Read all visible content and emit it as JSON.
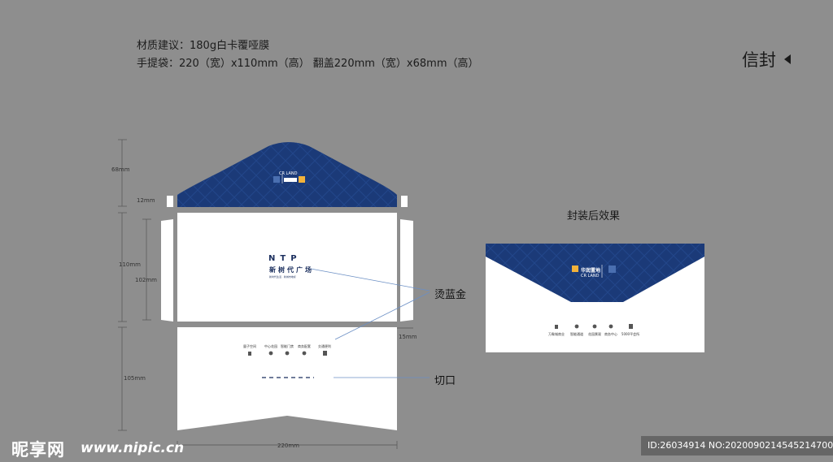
{
  "spec": {
    "line1": "材质建议：180g白卡覆哑膜",
    "line2": "手提袋：220（宽）x110mm（高）  翻盖220mm（宽）x68mm（高）"
  },
  "header": {
    "title": "信封"
  },
  "dimensions": {
    "flap_height": "68mm",
    "tab_height": "12mm",
    "body_height": "110mm",
    "inner_height": "102mm",
    "side_width": "15mm",
    "bottom_height": "105mm",
    "width": "220mm"
  },
  "annotations": {
    "foil": "烫蓝金",
    "cut": "切口"
  },
  "sealed": {
    "label": "封装后效果"
  },
  "brand": {
    "cn_name": "华润置地",
    "en_name": "CR LAND",
    "ntp_code": "NTP",
    "ntp_name": "新树代广场",
    "ntp_sub": "新时代生活 · 新城市地标"
  },
  "features": [
    "量子空间",
    "中心花园",
    "智能门禁",
    "商务配套",
    "交通便利"
  ],
  "sealed_features": [
    "万象城商业",
    "智能通道",
    "花园景观",
    "商务中心",
    "5000平会所"
  ],
  "watermark": {
    "logo": "昵享网",
    "url": "www.nipic.cn",
    "id_text": "ID:26034914 NO:20200902145452147000"
  },
  "colors": {
    "background": "#8e8e8e",
    "envelope_blue": "#1b3a78",
    "paper": "#ffffff",
    "leader_line": "#6b8fc4"
  }
}
